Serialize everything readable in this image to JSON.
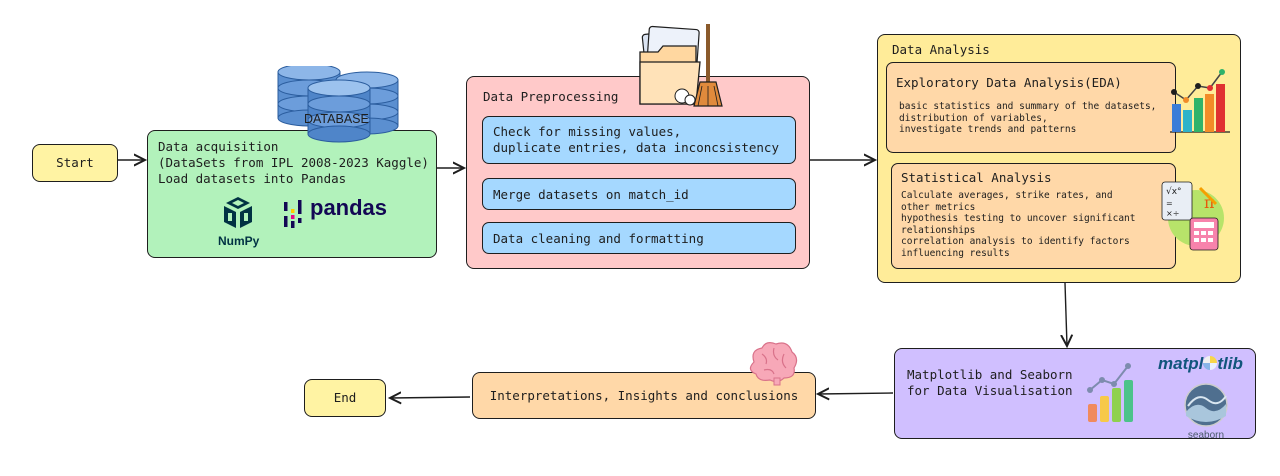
{
  "start": {
    "label": "Start"
  },
  "end": {
    "label": "End"
  },
  "acquisition": {
    "lines": [
      "Data acquisition",
      "(DataSets from IPL 2008-2023 Kaggle)",
      "Load datasets into Pandas"
    ],
    "database_label": "DATABASE",
    "numpy_label": "NumPy",
    "pandas_label": "pandas"
  },
  "preprocessing": {
    "title": "Data Preprocessing",
    "steps": [
      {
        "lines": [
          "Check for missing values,",
          "duplicate entries, data inconcsistency"
        ]
      },
      {
        "lines": [
          "Merge datasets on match_id"
        ]
      },
      {
        "lines": [
          "Data cleaning and formatting"
        ]
      }
    ]
  },
  "analysis": {
    "title": "Data Analysis",
    "eda": {
      "title": "Exploratory Data Analysis(EDA)",
      "lines": [
        "basic statistics and summary of the datasets,",
        "distribution of variables,",
        "investigate trends and patterns"
      ]
    },
    "stat": {
      "title": "Statistical Analysis",
      "lines": [
        "Calculate averages, strike rates, and",
        "other metrics",
        "hypothesis testing to uncover significant",
        "relationships",
        "correlation analysis to identify factors",
        "influencing results"
      ]
    }
  },
  "visualisation": {
    "lines": [
      "Matplotlib and Seaborn",
      "for Data Visualisation"
    ],
    "matplotlib_label": "matpl",
    "matplotlib_label_end": "tlib",
    "seaborn_label": "seaborn"
  },
  "interpretation": {
    "label": "Interpretations, Insights and conclusions"
  },
  "colors": {
    "yellow": "#fff3a3",
    "green": "#b2f2bb",
    "pink": "#ffc9c9",
    "blue": "#a5d8ff",
    "orange": "#ffd8a8",
    "gold": "#ffec99",
    "purple": "#d0bfff"
  }
}
